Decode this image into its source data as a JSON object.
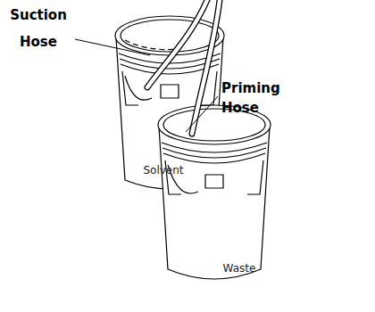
{
  "diagram": {
    "labels": [
      "Suction Hose",
      "Priming Hose",
      "Solvent",
      "Waste"
    ]
  }
}
